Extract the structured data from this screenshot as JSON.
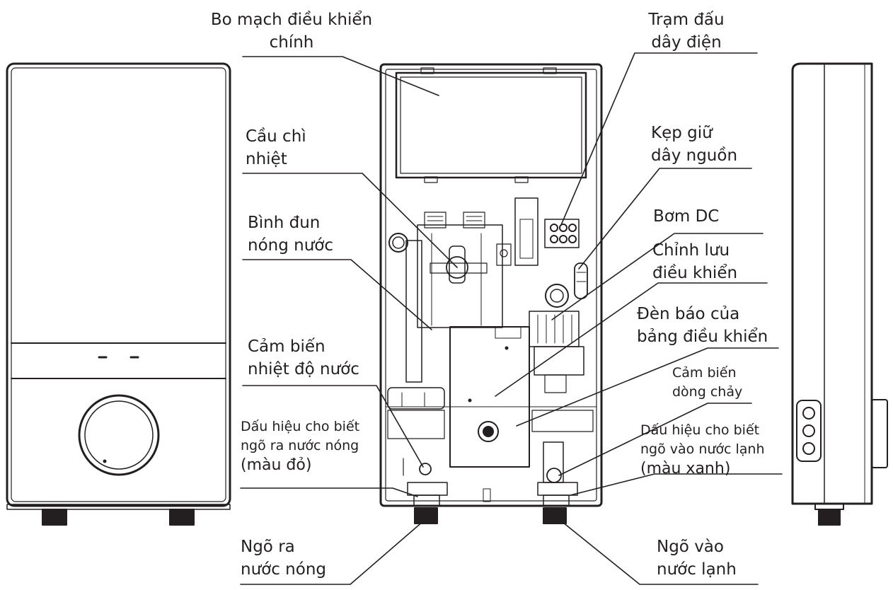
{
  "labels": {
    "main_board": [
      "Bo mạch điều khiển",
      "chính"
    ],
    "terminal_block": [
      "Trạm đấu",
      "dây điện"
    ],
    "thermal_fuse": [
      "Cầu chì",
      "nhiệt"
    ],
    "cord_clamp": [
      "Kẹp giữ",
      "dây nguồn"
    ],
    "heating_tank": [
      "Bình đun",
      "nóng nước"
    ],
    "dc_pump": [
      "Bơm DC"
    ],
    "control_rectifier": [
      "Chỉnh lưu",
      "điều khiển"
    ],
    "panel_indicator": [
      "Đèn báo của",
      "bảng điều khiển"
    ],
    "water_temp_sensor": [
      "Cảm biến",
      "nhiệt độ nước"
    ],
    "flow_sensor": [
      "Cảm biến",
      "dòng chảy"
    ],
    "hot_outlet_mark": [
      "Dấu hiệu cho biết",
      "ngõ ra nước nóng",
      "(màu đỏ)"
    ],
    "cold_inlet_mark": [
      "Dấu hiệu cho biết",
      "ngõ vào nước lạnh",
      "(màu xanh)"
    ],
    "hot_outlet": [
      "Ngõ ra",
      "nước nóng"
    ],
    "cold_inlet": [
      "Ngõ vào",
      "nước lạnh"
    ]
  },
  "colors": {
    "ink": "#231f20",
    "background": "#ffffff"
  }
}
